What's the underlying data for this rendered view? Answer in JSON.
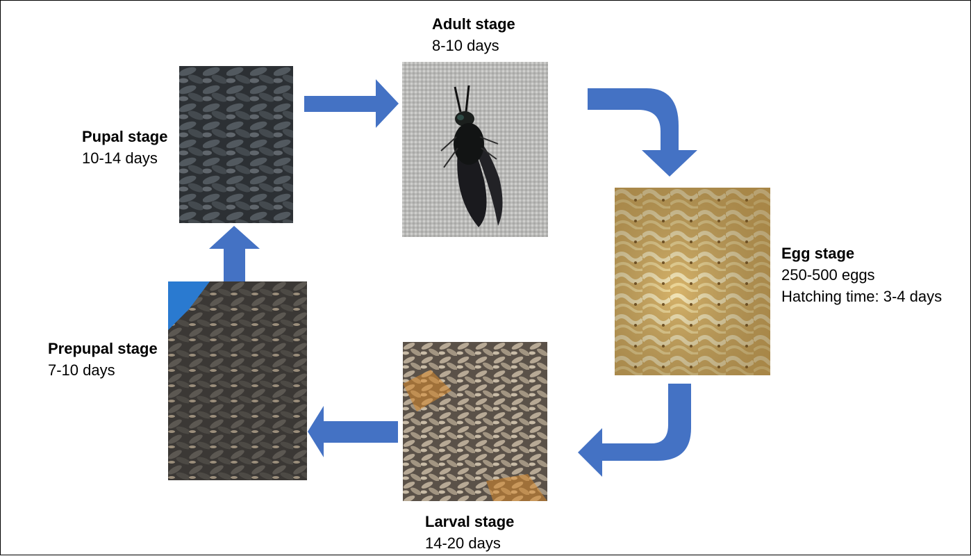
{
  "diagram": {
    "type": "life-cycle",
    "arrow_color": "#4472C4",
    "stages": {
      "adult": {
        "name": "Adult stage",
        "lines": [
          "8-10 days"
        ]
      },
      "egg": {
        "name": "Egg stage",
        "lines": [
          "250-500 eggs",
          "Hatching time: 3-4 days"
        ]
      },
      "larval": {
        "name": "Larval stage",
        "lines": [
          "14-20 days"
        ]
      },
      "prepupal": {
        "name": "Prepupal stage",
        "lines": [
          "7-10 days"
        ]
      },
      "pupal": {
        "name": "Pupal stage",
        "lines": [
          "10-14 days"
        ]
      }
    },
    "photo_icons": {
      "pupal": "pupae-photo",
      "adult": "fly-photo",
      "egg": "egg-mass-photo",
      "larval": "larvae-photo",
      "prepupal": "prepupae-photo"
    }
  }
}
